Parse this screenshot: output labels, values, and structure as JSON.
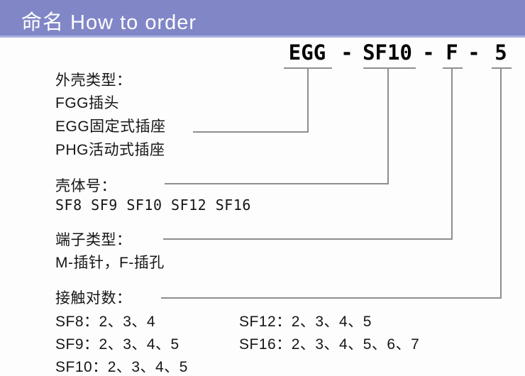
{
  "header": {
    "title": "命名 How to order"
  },
  "code": {
    "segments": [
      "EGG",
      "SF10",
      "F",
      "5"
    ],
    "separator": "-",
    "full_value": "EGG-SF10-F-5"
  },
  "sections": {
    "shell_type": {
      "heading": "外壳类型：",
      "options": [
        "FGG插头",
        "EGG固定式插座",
        "PHG活动式插座"
      ]
    },
    "shell_size": {
      "heading": "壳体号：",
      "options": [
        "SF8 SF9 SF10 SF12 SF16"
      ]
    },
    "terminal_type": {
      "heading": "端子类型：",
      "options": [
        "M-插针，F-插孔"
      ]
    },
    "contact_pairs": {
      "heading": "接触对数：",
      "left_column": [
        "SF8：2、3、4",
        "SF9：2、3、4、5",
        "SF10：2、3、4、5"
      ],
      "right_column": [
        "SF12：2、3、4、5",
        "SF16：2、3、4、5、6、7"
      ]
    }
  },
  "colors": {
    "header_bg": "#8186c7",
    "header_edge": "#abb0de",
    "header_text": "#ffffff",
    "leader_line": "#8e8e8e",
    "body_text": "#161616",
    "code_text": "#000000",
    "page_bg": "#fdfdfe"
  }
}
